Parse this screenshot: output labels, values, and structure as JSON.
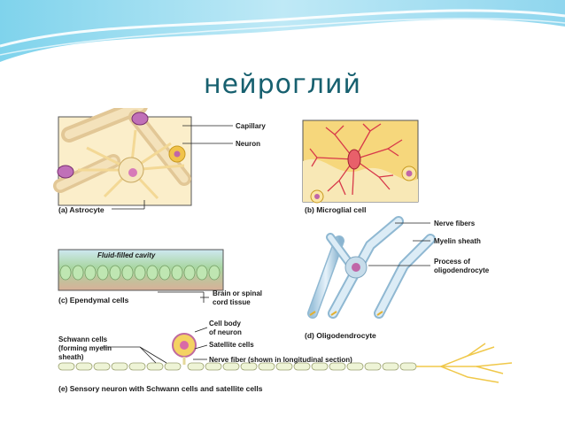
{
  "slide": {
    "title": "нейроглий"
  },
  "figure": {
    "astrocyte": {
      "caption": "(a) Astrocyte",
      "labels": {
        "capillary": "Capillary",
        "neuron": "Neuron"
      }
    },
    "microglia": {
      "caption": "(b) Microglial cell"
    },
    "ependymal": {
      "caption": "(c) Ependymal cells",
      "labels": {
        "cavity": "Fluid-filled cavity",
        "tissue_line1": "Brain or spinal",
        "tissue_line2": "cord tissue"
      }
    },
    "oligodendrocyte": {
      "caption": "(d) Oligodendrocyte",
      "labels": {
        "nerve_fibers": "Nerve fibers",
        "myelin_sheath": "Myelin sheath",
        "process_line1": "Process of",
        "process_line2": "oligodendrocyte"
      }
    },
    "sensory": {
      "caption": "(e) Sensory neuron with Schwann cells and satellite cells",
      "labels": {
        "cell_body_line1": "Cell body",
        "cell_body_line2": "of neuron",
        "satellite": "Satellite cells",
        "schwann_line1": "Schwann cells",
        "schwann_line2": "(forming myelin",
        "schwann_line3": "sheath)",
        "nerve_fiber": "Nerve fiber (shown in longitudinal section)"
      }
    }
  }
}
